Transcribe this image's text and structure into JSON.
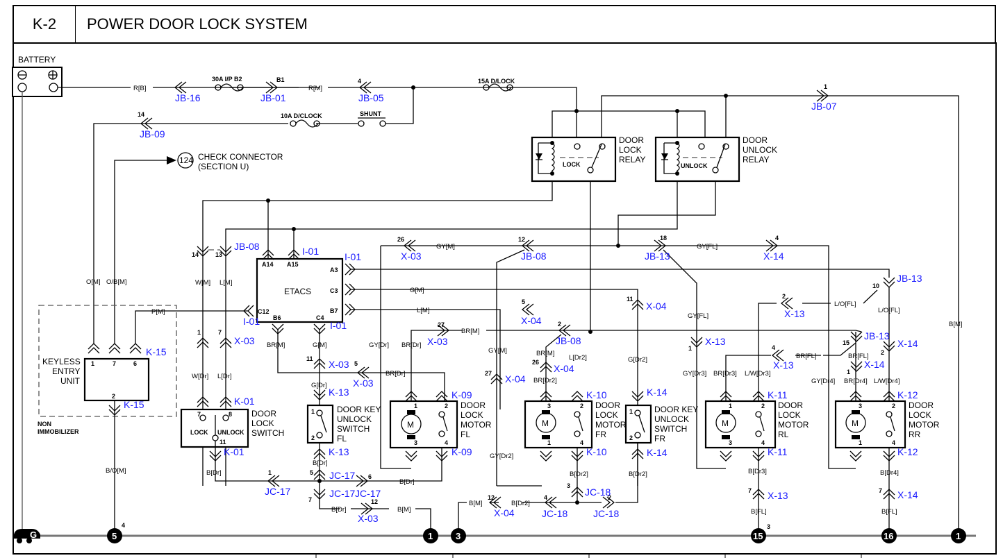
{
  "header": {
    "code": "K-2",
    "title": "POWER DOOR LOCK SYSTEM"
  },
  "colors": {
    "connector_label": "#1a1aff",
    "wire": "#000000",
    "ground_bus": "#777777"
  },
  "components": {
    "battery": "BATTERY",
    "check_connector": {
      "num": "124",
      "l1": "CHECK CONNECTOR",
      "l2": "(SECTION U)"
    },
    "door_lock_relay": {
      "l1": "DOOR",
      "l2": "LOCK",
      "l3": "RELAY",
      "inner": "LOCK"
    },
    "door_unlock_relay": {
      "l1": "DOOR",
      "l2": "UNLOCK",
      "l3": "RELAY",
      "inner": "UNLOCK"
    },
    "etacs": "ETACS",
    "keyless": {
      "l1": "KEYLESS",
      "l2": "ENTRY",
      "l3": "UNIT",
      "note1": "NON",
      "note2": "IMMOBILIZER"
    },
    "door_lock_switch": {
      "l1": "DOOR",
      "l2": "LOCK",
      "l3": "SWITCH",
      "lock": "LOCK",
      "unlock": "UNLOCK"
    },
    "key_switch_fl": {
      "l1": "DOOR KEY",
      "l2": "UNLOCK",
      "l3": "SWITCH",
      "l4": "FL"
    },
    "key_switch_fr": {
      "l1": "DOOR KEY",
      "l2": "UNLOCK",
      "l3": "SWITCH",
      "l4": "FR"
    },
    "motor_fl": {
      "l1": "DOOR",
      "l2": "LOCK",
      "l3": "MOTOR",
      "l4": "FL"
    },
    "motor_fr": {
      "l1": "DOOR",
      "l2": "LOCK",
      "l3": "MOTOR",
      "l4": "FR"
    },
    "motor_rl": {
      "l1": "DOOR",
      "l2": "LOCK",
      "l3": "MOTOR",
      "l4": "RL"
    },
    "motor_rr": {
      "l1": "DOOR",
      "l2": "LOCK",
      "l3": "MOTOR",
      "l4": "RR"
    },
    "motor_symbol": "M"
  },
  "fuses": {
    "f30": "30A I/P B2",
    "f10": "10A D/CLOCK",
    "f15": "15A D/LOCK",
    "shunt": "SHUNT"
  },
  "connectors": {
    "jb16": "JB-16",
    "jb01": "JB-01",
    "jb05": "JB-05",
    "jb07": "JB-07",
    "jb09": "JB-09",
    "jb08": "JB-08",
    "jb13": "JB-13",
    "i01": "I-01",
    "x03": "X-03",
    "x04": "X-04",
    "x13": "X-13",
    "x14": "X-14",
    "k01": "K-01",
    "k09": "K-09",
    "k10": "K-10",
    "k11": "K-11",
    "k12": "K-12",
    "k13": "K-13",
    "k14": "K-14",
    "k15": "K-15",
    "jc17": "JC-17",
    "jc18": "JC-18"
  },
  "pins": {
    "p1": "1",
    "p2": "2",
    "p3": "3",
    "p4": "4",
    "p5": "5",
    "p6": "6",
    "p7": "7",
    "p8": "8",
    "p10": "10",
    "p11": "11",
    "p12": "12",
    "p13": "13",
    "p14": "14",
    "p15": "15",
    "p18": "18",
    "p26": "26",
    "p27": "27",
    "b1": "B1",
    "a14": "A14",
    "a15": "A15",
    "a3": "A3",
    "c3": "C3",
    "b7": "B7",
    "c12": "C12",
    "b6": "B6",
    "c4": "C4"
  },
  "wires": {
    "rb": "R[B]",
    "rm": "R[M]",
    "om": "O[M]",
    "obm": "O/B[M]",
    "wm": "W[M]",
    "lm": "L[M]",
    "pm": "P[M]",
    "gym": "GY[M]",
    "gm": "G[M]",
    "brm": "BR[M]",
    "gyfl": "GY[FL]",
    "wdr": "W[Dr]",
    "ldr": "L[Dr]",
    "gdr": "G[Dr]",
    "gydr": "GY[Dr]",
    "brdr": "BR[Dr]",
    "bdr": "B[Dr]",
    "bom": "B/O[M]",
    "bm": "B[M]",
    "brdr2": "BR[Dr2]",
    "ldr2": "L[Dr2]",
    "gdr2": "G[Dr2]",
    "gydr2": "GY[Dr2]",
    "bdr2": "B[Dr2]",
    "gydr3": "GY[Dr3]",
    "brdr3": "BR[Dr3]",
    "lwdr3": "L/W[Dr3]",
    "bdr3": "B[Dr3]",
    "gydr4": "GY[Dr4]",
    "brdr4": "BR[Dr4]",
    "lwdr4": "L/W[Dr4]",
    "bdr4": "B[Dr4]",
    "lofl": "L/O[FL]",
    "brfl": "BR[FL]",
    "bfl": "B[FL]"
  },
  "grounds": {
    "g": "G",
    "g5": "5",
    "g1a": "1",
    "g3": "3",
    "g15": "15",
    "g16": "16",
    "g1b": "1",
    "n4": "4",
    "n3": "3"
  }
}
